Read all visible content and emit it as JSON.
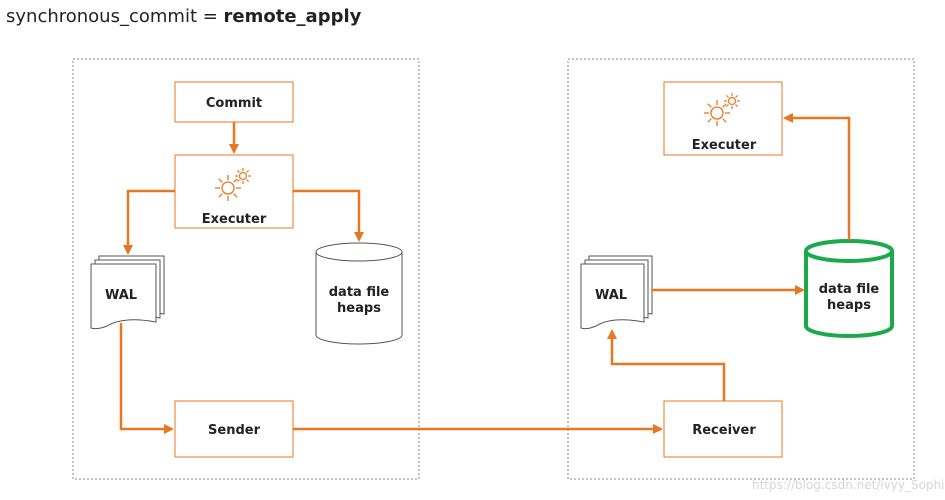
{
  "title": {
    "setting_name": "synchronous_commit = ",
    "setting_value": "remote_apply"
  },
  "primary": {
    "commit_label": "Commit",
    "executer_label": "Executer",
    "wal_label": "WAL",
    "data_line1": "data file",
    "data_line2": "heaps",
    "sender_label": "Sender"
  },
  "standby": {
    "executer_label": "Executer",
    "wal_label": "WAL",
    "data_line1": "data file",
    "data_line2": "heaps",
    "receiver_label": "Receiver"
  },
  "watermark": "https://blog.csdn.net/ivyy_Sophia",
  "colors": {
    "arrow": "#E87722",
    "box_border": "#E87722",
    "highlight": "#1AAA4A",
    "container_border": "#8a8a8a",
    "sun_icon": "#E87722"
  }
}
